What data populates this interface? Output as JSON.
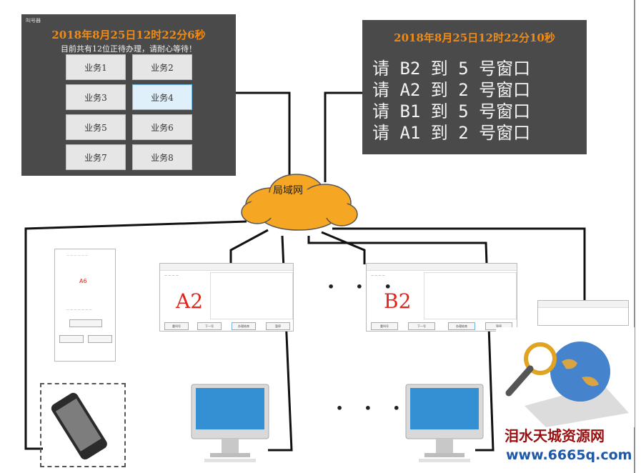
{
  "kiosk": {
    "logo": "叫号器",
    "datetime": "2018年8月25日12时22分6秒",
    "notice": "目前共有12位正待办理，请耐心等待！",
    "buttons": [
      "业务1",
      "业务2",
      "业务3",
      "业务4",
      "业务5",
      "业务6",
      "业务7",
      "业务8"
    ],
    "selected_index": 3
  },
  "display_board": {
    "datetime": "2018年8月25日12时22分10秒",
    "calls": [
      "请 B2 到 5 号窗口",
      "请 A2 到 2 号窗口",
      "请 B1 到 5 号窗口",
      "请 A1 到 2 号窗口"
    ]
  },
  "network": {
    "label": "局域网"
  },
  "counters": [
    {
      "number": "A2",
      "buttons": [
        "重叫号",
        "下一号",
        "办理结束",
        "暂停"
      ]
    },
    {
      "number": "B2",
      "buttons": [
        "重叫号",
        "下一号",
        "办理结束",
        "暂停"
      ]
    }
  ],
  "phone_app": {
    "number": "A6"
  },
  "ellipsis": "• • •",
  "watermark": {
    "name": "泪水天城资源网",
    "url": "www.6665q.com"
  },
  "colors": {
    "panel": "#4a4a4a",
    "accent": "#f08a12",
    "counter_number": "#e2241c",
    "cloud": "#f5a623"
  }
}
